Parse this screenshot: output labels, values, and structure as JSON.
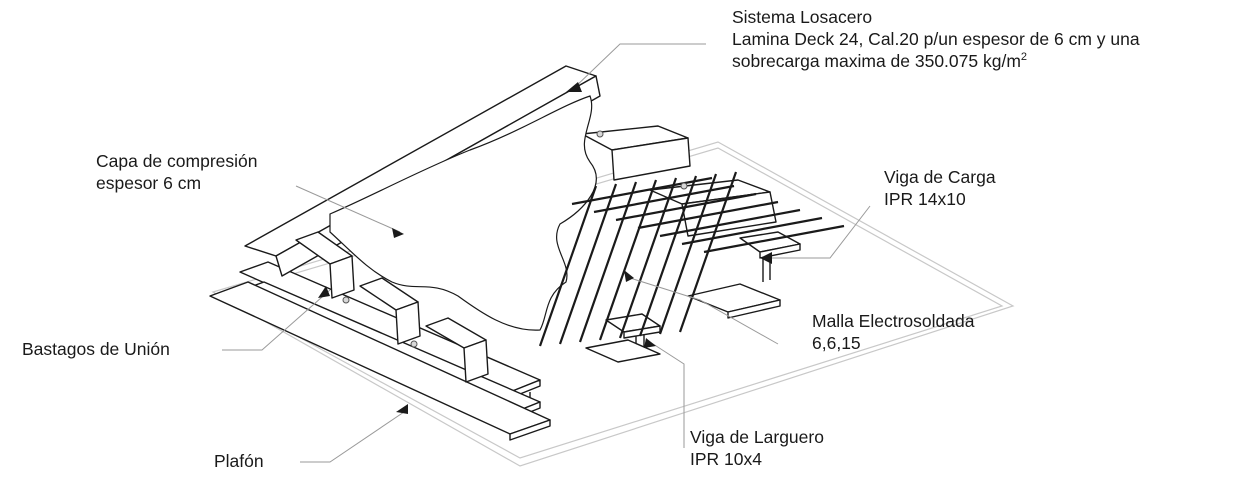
{
  "labels": {
    "sistema": {
      "line1": "Sistema Losacero",
      "line2": "Lamina Deck 24, Cal.20 p/un espesor de 6 cm y una",
      "line3_prefix": "sobrecarga maxima de 350.075 kg/m",
      "line3_sup": "2"
    },
    "capa": {
      "line1": "Capa de compresión",
      "line2": "espesor 6 cm"
    },
    "viga_carga": {
      "line1": "Viga de Carga",
      "line2": "IPR 14x10"
    },
    "malla": {
      "line1": "Malla Electrosoldada",
      "line2": "6,6,15"
    },
    "bastagos": {
      "line1": "Bastagos de Unión"
    },
    "viga_larguero": {
      "line1": "Viga de Larguero",
      "line2": "IPR 10x4"
    },
    "plafon": {
      "line1": "Plafón"
    }
  },
  "colors": {
    "line": "#1a1a1a",
    "paper": "#ffffff",
    "ceiling": "#c8c8c8"
  }
}
